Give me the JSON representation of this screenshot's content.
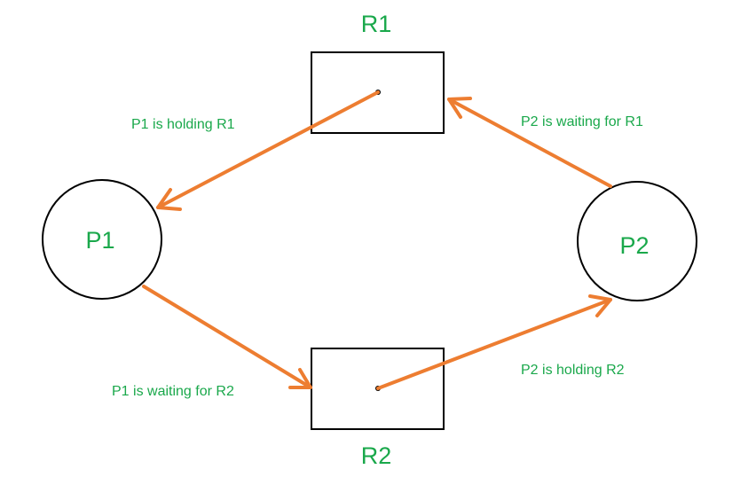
{
  "colors": {
    "label_green": "#1aa84b",
    "arrow_orange": "#ed7d31",
    "outline": "#000000",
    "background": "#ffffff"
  },
  "nodes": {
    "p1": {
      "label": "P1"
    },
    "p2": {
      "label": "P2"
    },
    "r1": {
      "label": "R1"
    },
    "r2": {
      "label": "R2"
    }
  },
  "edges": {
    "r1_to_p1": {
      "label": "P1 is holding R1"
    },
    "p2_to_r1": {
      "label": "P2 is waiting for R1"
    },
    "p1_to_r2": {
      "label": "P1 is waiting for R2"
    },
    "r2_to_p2": {
      "label": "P2 is holding R2"
    }
  }
}
